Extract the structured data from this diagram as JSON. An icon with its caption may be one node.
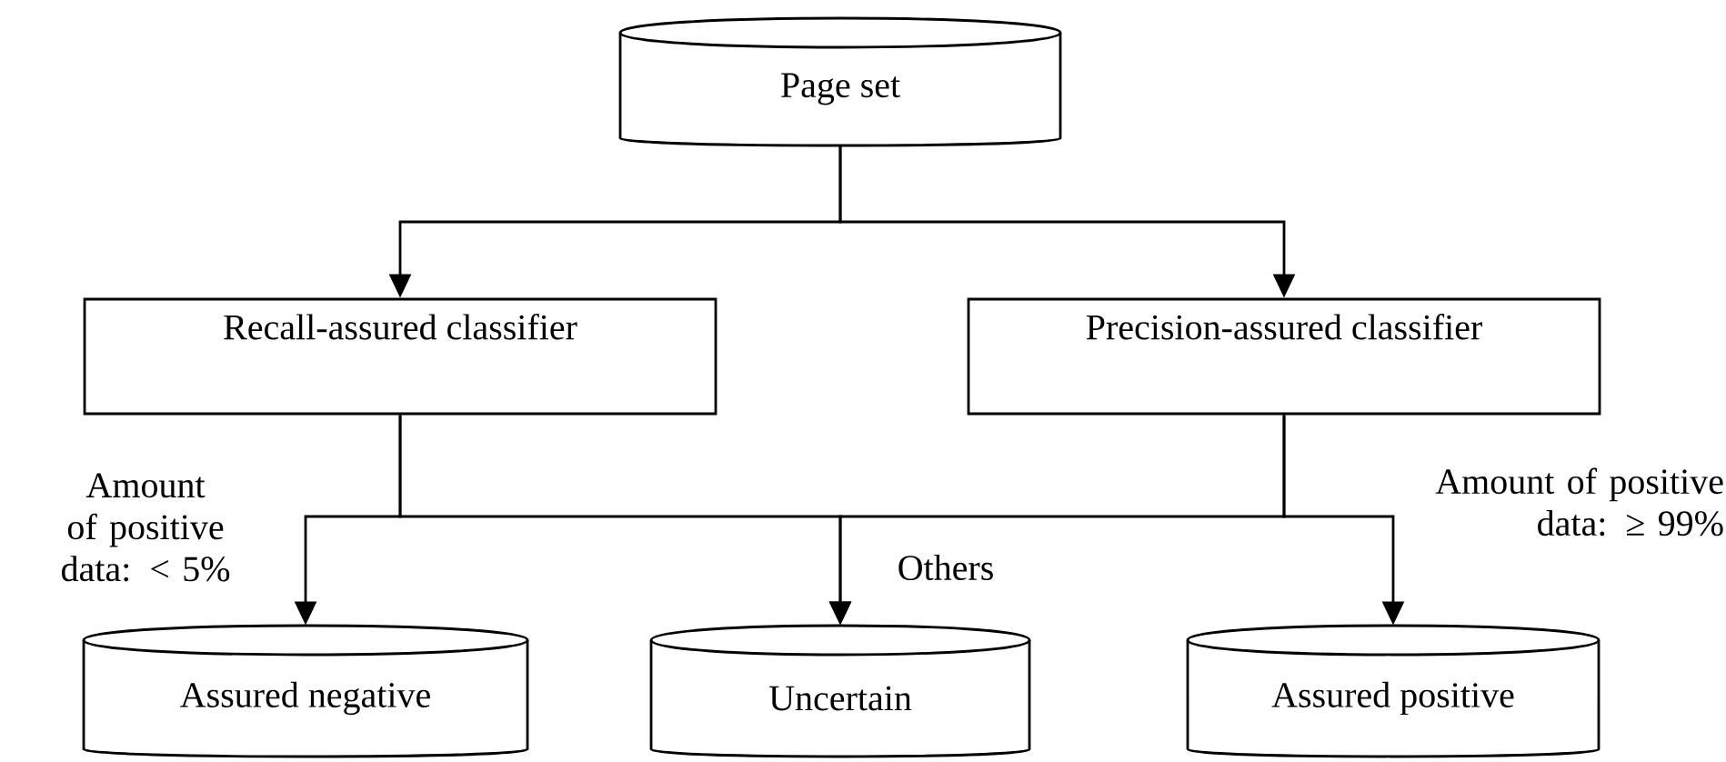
{
  "diagram": {
    "nodes": [
      {
        "text": [
          "Page set"
        ]
      },
      {
        "text": [
          "Recall-assured  classifier"
        ]
      },
      {
        "text": [
          "Precision-assured classifier"
        ]
      },
      {
        "text": [
          "Assured negative"
        ]
      },
      {
        "text": [
          "Uncertain"
        ]
      },
      {
        "text": [
          "Assured positive"
        ]
      }
    ],
    "edges": [
      {
        "from": 0,
        "to": 1,
        "arrow": "to"
      },
      {
        "from": 0,
        "to": 2,
        "arrow": "to"
      },
      {
        "from": 1,
        "to": 3,
        "arrow": "to",
        "label": "Amount of positive data: < 5%"
      },
      {
        "from": 1,
        "to": 4,
        "arrow": "to",
        "label": "Others"
      },
      {
        "from": 2,
        "to": 4,
        "arrow": "to"
      },
      {
        "from": 2,
        "to": 5,
        "arrow": "to",
        "label": "Amount of positive data: ≥ 99%"
      }
    ]
  }
}
